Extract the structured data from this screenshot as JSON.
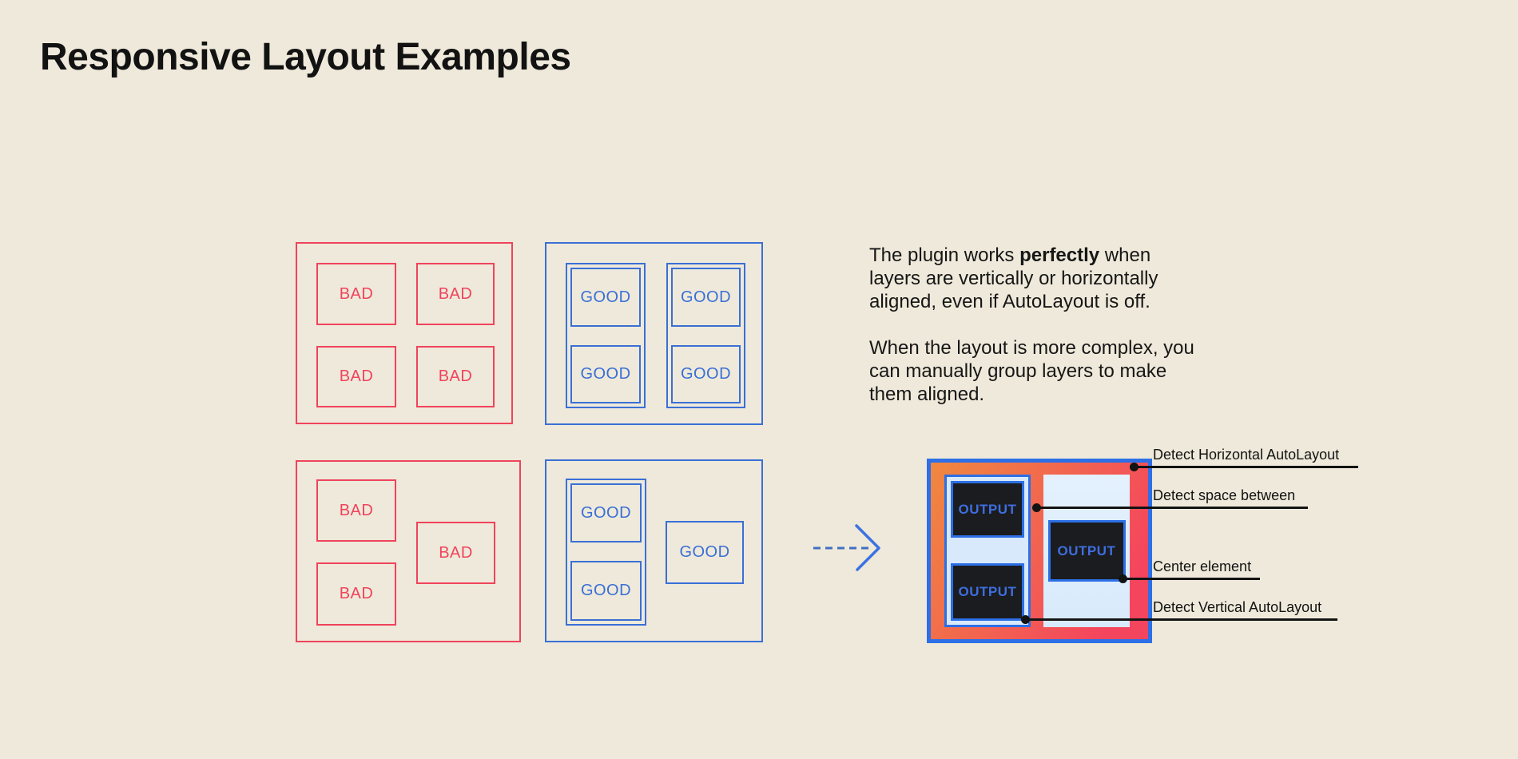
{
  "page": {
    "title": "Responsive Layout Examples"
  },
  "colors": {
    "background": "#EEE9DA",
    "bad_red": "#F0435C",
    "good_blue": "#3A6FD6",
    "frame_border": "#2D6FE6",
    "frame_gradient_start": "#F0883F",
    "frame_gradient_end": "#F4455E",
    "panel_light_blue": "#D7E9FB",
    "dark_box": "#1B1C1F",
    "output_text_blue": "#3E6EDE",
    "callout_black": "#131313"
  },
  "examples": {
    "bad_label": "BAD",
    "good_label": "GOOD"
  },
  "description": {
    "p1_before": "The plugin works ",
    "p1_bold": "perfectly",
    "p1_after": " when\nlayers are vertically or horizontally\naligned, even if AutoLayout is off.",
    "p2": "When the layout is more complex, you\ncan manually group layers to make\nthem aligned."
  },
  "output": {
    "label": "OUTPUT"
  },
  "annotations": [
    {
      "label": "Detect Horizontal AutoLayout"
    },
    {
      "label": "Detect space between"
    },
    {
      "label": "Center element"
    },
    {
      "label": "Detect Vertical AutoLayout"
    }
  ]
}
